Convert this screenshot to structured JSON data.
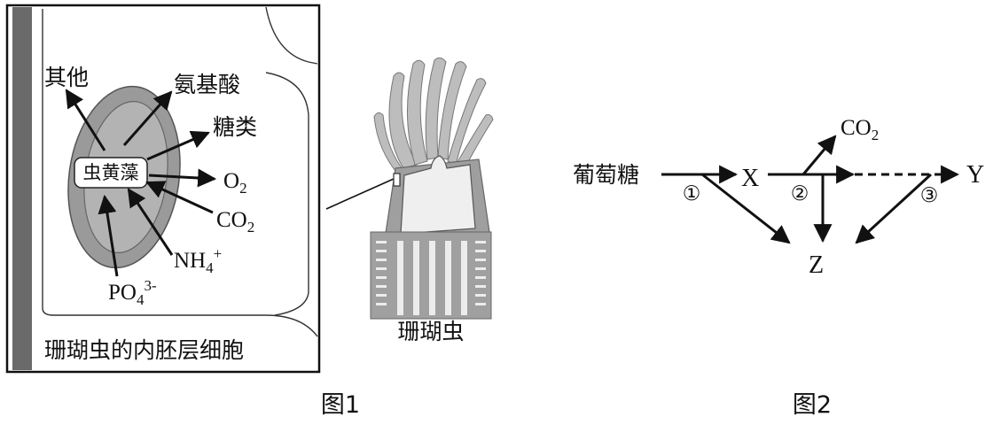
{
  "fig1": {
    "caption": "图1",
    "box_label": "珊瑚虫的内胚层细胞",
    "center_label": "虫黄藻",
    "coral_label": "珊瑚虫",
    "outputs": {
      "other": "其他",
      "amino": "氨基酸",
      "sugar": "糖类",
      "o2": "O"
    },
    "inputs": {
      "co2": "CO",
      "nh4": "NH",
      "po4": "PO"
    },
    "sub": {
      "two": "2",
      "four": "4",
      "plus": "+",
      "threeminus": "3-"
    }
  },
  "fig2": {
    "caption": "图2",
    "glucose": "葡萄糖",
    "x": "X",
    "y": "Y",
    "z": "Z",
    "co2": "CO",
    "co2_sub": "2",
    "step1": "①",
    "step2": "②",
    "step3": "③"
  },
  "colors": {
    "stroke": "#111111",
    "outer_gray": "#8a8a8a",
    "inner_gray": "#a8a8a8",
    "panel": "#bdbdbd",
    "bar": "#6a6a6a"
  }
}
